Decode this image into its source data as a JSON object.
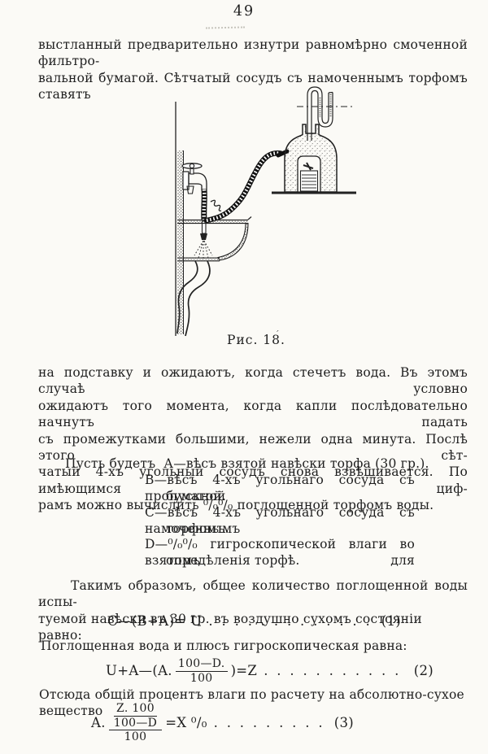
{
  "page": {
    "number": "49"
  },
  "para1": {
    "lines": [
      "выстланный предварительно изнутри равномѣрно смоченной фильтро-",
      "вальной бумагой. Сѣтчатый сосудъ съ намоченнымъ торфомъ ставятъ"
    ]
  },
  "figure": {
    "caption": "Рис. 18.",
    "caption_mark": "ˊ",
    "subject": "water-tap-sink-hose-and-bell-jar-apparatus"
  },
  "para2": {
    "lines": [
      "на подставку и ожидаютъ, когда стечетъ вода. Въ этомъ случаѣ условно",
      "ожидаютъ того момента, когда капли послѣдовательно начнутъ падать",
      "съ промежутками большими, нежели одна минута. Послѣ этого сѣт-",
      "чатый 4-хъ угольный сосудъ снова взвѣшивается. По имѣющимся циф-",
      "рамъ можно вычислить ⁰/₀⁰/₀ поглощенной торфомъ воды."
    ]
  },
  "definitions": {
    "intro": "Пусть будетъ",
    "item_a": {
      "line1": "А—вѣсъ взятой навѣски торфа (30 гр.)."
    },
    "item_b": {
      "line1": "В—вѣсъ 4-хъ угольнаго сосуда съ пропускной",
      "line2": "бумагой."
    },
    "item_c": {
      "line1": "С—вѣсъ 4-хъ угольнаго сосуда съ намоченнымъ",
      "line2": "торфомъ."
    },
    "item_d": {
      "line1": "D—⁰/₀⁰/₀ гигроскопической влаги во взятомъ для",
      "line2": "опредѣленія торфѣ."
    }
  },
  "para3": {
    "lines": [
      "Такимъ образомъ, общее количество поглощенной воды испы-",
      "туемой навѣски въ 30 гр. въ воздушно сухомъ состояніи равно:"
    ]
  },
  "formula1": {
    "lhs": "С—(В+А)= U",
    "dots": ". . . . . . . . . . . . . . . .",
    "number": "(1)"
  },
  "para4": {
    "text": "Поглощенная вода и плюсъ гигроскопическая равна:"
  },
  "formula2": {
    "pre": "U+A—(A.",
    "frac_num": "100—D.",
    "frac_den": "100",
    "post": ")=Z",
    "dots": ". . . . . . . . . . .",
    "number": "(2)"
  },
  "para5": {
    "text": "Отсюда общій процентъ влаги по расчету на абсолютно-сухое вещество"
  },
  "formula3": {
    "pre": "A.",
    "inner_num": "Z.   100",
    "inner_den": "100—D",
    "outer_den": "100",
    "post": "=X ⁰/₀",
    "dots": ". . . . . . . . . . . . . .",
    "number": "(3)"
  },
  "colors": {
    "ink": "#1f1f1f",
    "paper": "#fbfaf6"
  }
}
